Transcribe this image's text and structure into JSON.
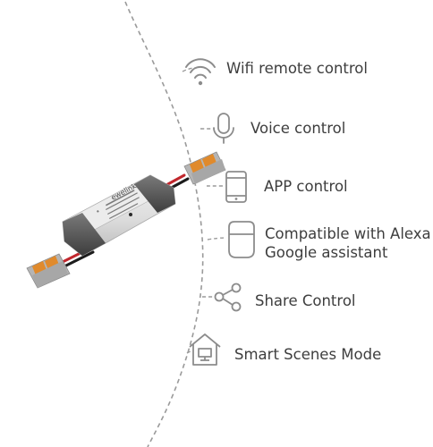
{
  "product": {
    "brand_label": "ewelink"
  },
  "features": [
    {
      "icon": "wifi-icon",
      "label": "Wifi remote control"
    },
    {
      "icon": "microphone-icon",
      "label": "Voice control"
    },
    {
      "icon": "smartphone-icon",
      "label": "APP control"
    },
    {
      "icon": "smart-speaker-icon",
      "label_line1": "Compatible with Alexa",
      "label_line2": "Google assistant"
    },
    {
      "icon": "share-icon",
      "label": "Share Control"
    },
    {
      "icon": "smart-home-icon",
      "label": "Smart Scenes Mode"
    }
  ],
  "colors": {
    "text": "#3e3e3e",
    "icon": "#8c8c8c",
    "dashed_arc": "#9a9a9a",
    "device_body": "#d9d9d9",
    "device_end_cap": "#5a5a5a",
    "connector_orange": "#e08a2c",
    "wire_red": "#c1272d",
    "wire_black": "#1c1c1c"
  }
}
